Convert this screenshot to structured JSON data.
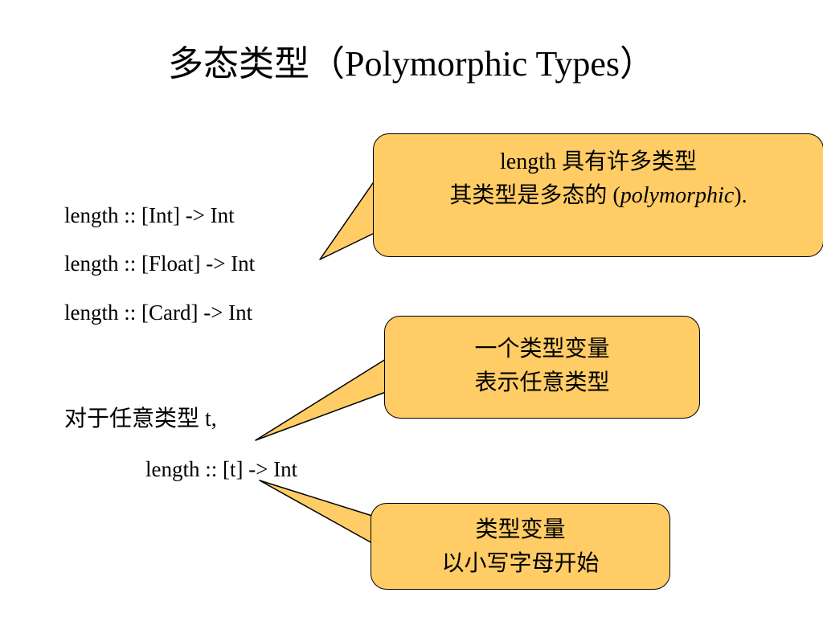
{
  "title": "多态类型（Polymorphic Types）",
  "signatures": [
    "length :: [Int] -> Int",
    "length :: [Float] -> Int",
    "length :: [Card] -> Int"
  ],
  "forall_text": "对于任意类型 t,",
  "general_signature": "length :: [t] -> Int",
  "callouts": [
    {
      "line1": "length 具有许多类型",
      "line2_prefix": "其类型是多态的 (",
      "line2_emphasis": "polymorphic",
      "line2_suffix": ")."
    },
    {
      "line1": "一个类型变量",
      "line2": "表示任意类型"
    },
    {
      "line1": "类型变量",
      "line2": "以小写字母开始"
    }
  ],
  "colors": {
    "callout_fill": "#FFCC66",
    "callout_border": "#000000",
    "text": "#000000",
    "background": "#FFFFFF"
  }
}
